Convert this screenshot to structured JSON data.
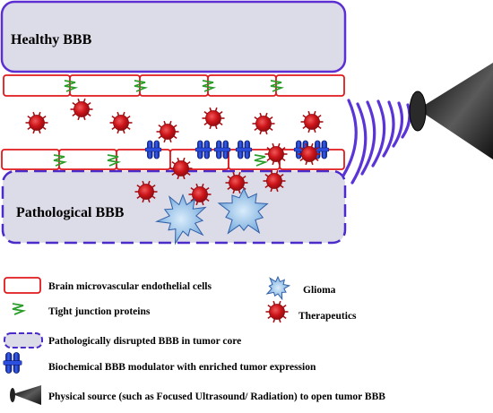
{
  "regions": {
    "healthy": {
      "label": "Healthy BBB"
    },
    "pathological": {
      "label": "Pathological BBB"
    }
  },
  "legend": {
    "endothelial": "Brain microvascular endothelial cells",
    "tight_junction": "Tight junction proteins",
    "disrupted": "Pathologically disrupted BBB in tumor core",
    "modulator": "Biochemical BBB modulator with enriched tumor expression",
    "physical_source": "Physical source (such as Focused Ultrasound/ Radiation) to open tumor BBB",
    "glioma": "Glioma",
    "therapeutics": "Therapeutics"
  },
  "colors": {
    "endothelial_outline": "#e0191c",
    "tight_junction": "#2a9d2a",
    "disrupted_outline": "#4b2bc9",
    "region_fill": "#dcdbe8",
    "modulator": "#1f3fd6",
    "therapeutic": "#cc1419",
    "glioma_fill": "#7fb0de",
    "wave": "#5a34d6"
  },
  "icons": {
    "modulator": "channel-protein-icon",
    "therapeutic": "spiky-ball-icon",
    "glioma": "star-burst-icon",
    "physical_source": "cone-transducer-icon"
  }
}
